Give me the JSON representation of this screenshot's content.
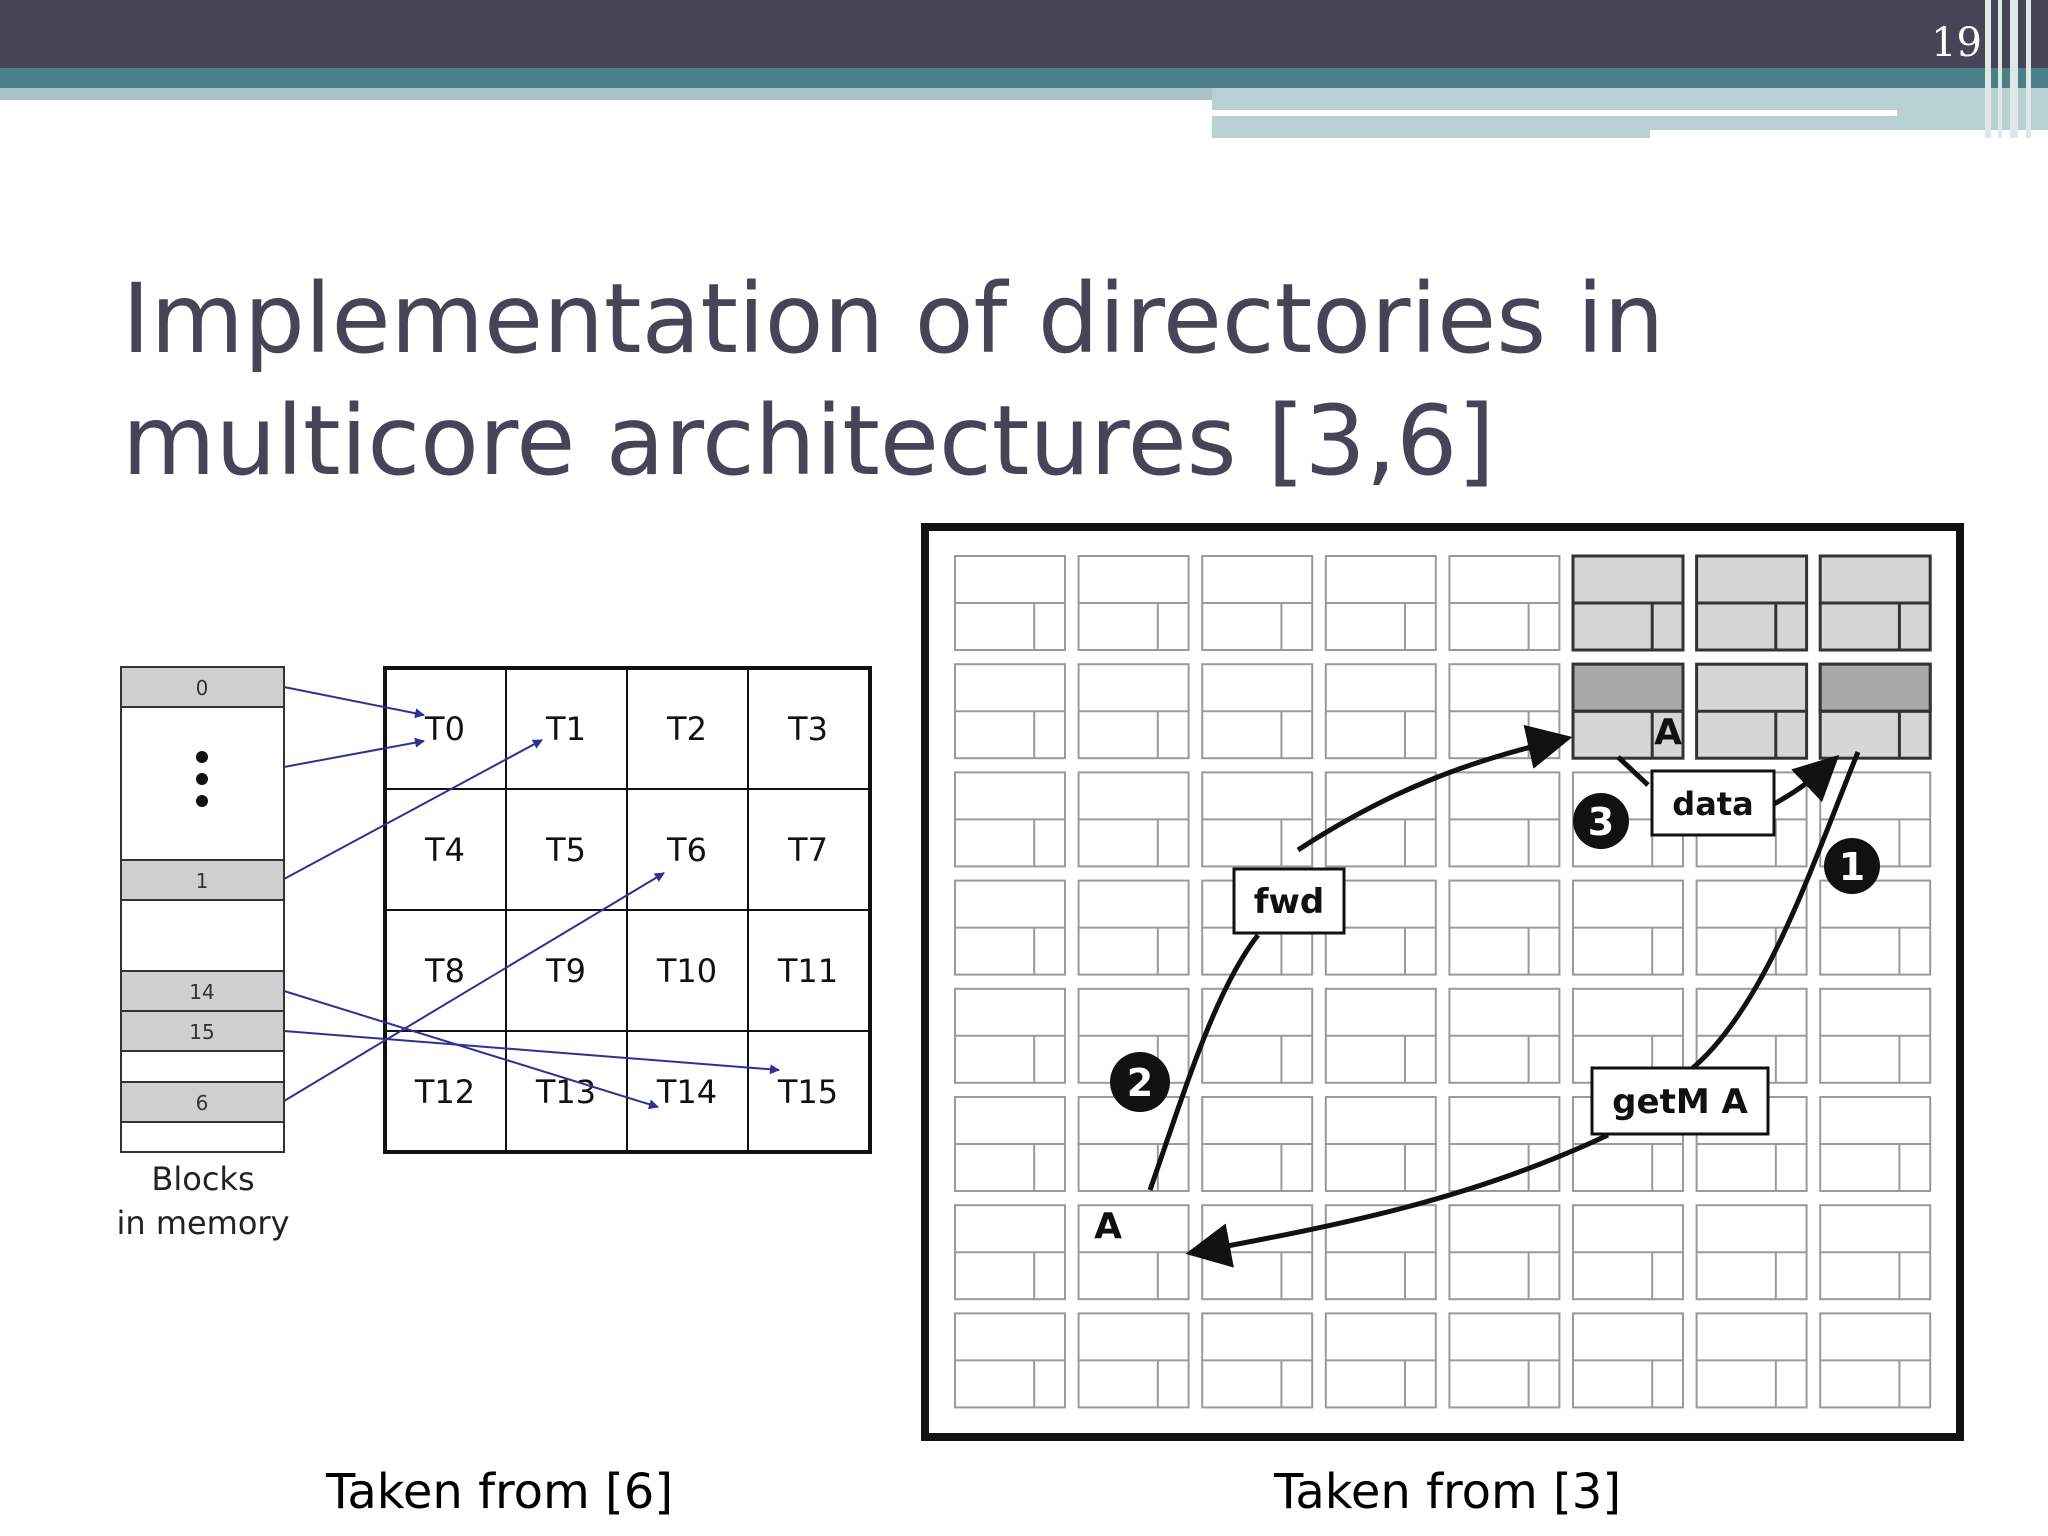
{
  "slide": {
    "number": "19",
    "title_line1": "Implementation of directories in",
    "title_line2": "multicore architectures [3,6]"
  },
  "left_figure": {
    "memory_labels": [
      "0",
      "1",
      "14",
      "15",
      "6"
    ],
    "tiles": [
      "T0",
      "T1",
      "T2",
      "T3",
      "T4",
      "T5",
      "T6",
      "T7",
      "T8",
      "T9",
      "T10",
      "T11",
      "T12",
      "T13",
      "T14",
      "T15"
    ],
    "memory_caption_line1": "Blocks",
    "memory_caption_line2": "in memory",
    "caption": "Taken from [6]",
    "arrow_color": "#2e3192"
  },
  "right_figure": {
    "labels": {
      "fwd": "fwd",
      "data": "data",
      "getm": "getM A",
      "block_home": "A",
      "block_src": "A"
    },
    "steps": [
      "1",
      "2",
      "3"
    ],
    "caption": "Taken from [3]"
  }
}
